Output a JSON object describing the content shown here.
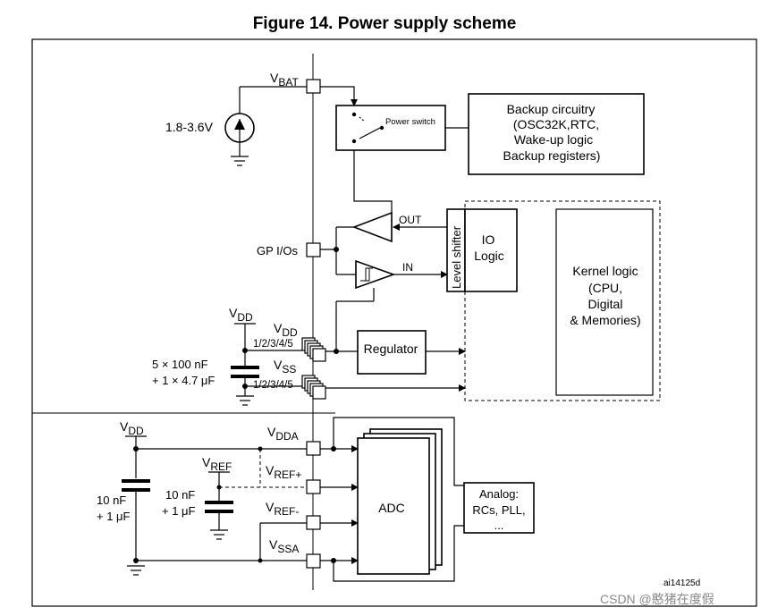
{
  "title": "Figure 14. Power supply scheme",
  "pins": {
    "vbat": {
      "main": "V",
      "sub": "BAT"
    },
    "gp_ios": "GP I/Os",
    "vdd": {
      "main": "V",
      "sub": "DD",
      "nums": "1/2/3/4/5"
    },
    "vss": {
      "main": "V",
      "sub": "SS",
      "nums": "1/2/3/4/5"
    },
    "vdda": {
      "main": "V",
      "sub": "DDA"
    },
    "vref_plus": {
      "main": "V",
      "sub": "REF+"
    },
    "vref_minus": {
      "main": "V",
      "sub": "REF-"
    },
    "vssa": {
      "main": "V",
      "sub": "SSA"
    }
  },
  "supplies": {
    "battery_range": "1.8-3.6V",
    "vdd_rail": {
      "main": "V",
      "sub": "DD"
    },
    "vdd_caps": [
      "5 × 100 nF",
      "+ 1 × 4.7 μF"
    ],
    "vdda_rail": {
      "main": "V",
      "sub": "DD"
    },
    "vdda_caps": [
      "10 nF",
      "+ 1 μF"
    ],
    "vref_rail": {
      "main": "V",
      "sub": "REF"
    },
    "vref_caps": [
      "10 nF",
      "+ 1 μF"
    ]
  },
  "blocks": {
    "power_switch": "Power switch",
    "backup": [
      "Backup circuitry",
      "(OSC32K,RTC,",
      "Wake-up logic",
      "Backup registers)"
    ],
    "level_shifter": "Level shifter",
    "io_logic": [
      "IO",
      "Logic"
    ],
    "kernel": [
      "Kernel logic",
      "(CPU,",
      "Digital",
      "& Memories)"
    ],
    "regulator": "Regulator",
    "adc": "ADC",
    "analog": [
      "Analog:",
      "RCs, PLL,",
      "..."
    ]
  },
  "signals": {
    "out": "OUT",
    "in": "IN"
  },
  "figure_id": "ai14125d",
  "watermark": "CSDN @憨猪在度假"
}
